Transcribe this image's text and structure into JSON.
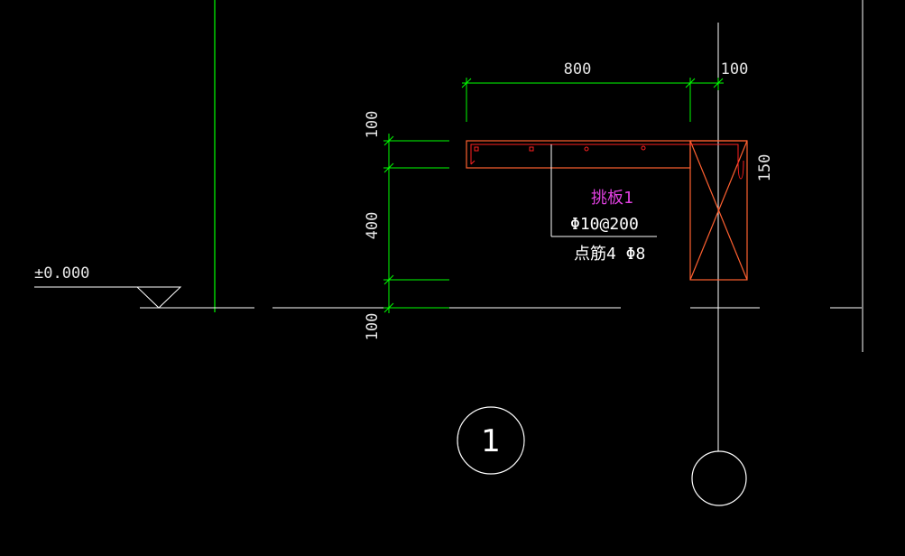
{
  "dimensions": {
    "top_width": "800",
    "top_small": "100",
    "right_thickness": "150",
    "left_top": "100",
    "left_mid": "400",
    "left_bottom": "100"
  },
  "level_mark": "±0.000",
  "slab": {
    "name": "挑板1",
    "rebar_main": "Φ10@200",
    "rebar_dist": "点筋4 Φ8"
  },
  "axis_labels": {
    "left_circle": "1",
    "right_circle": ""
  },
  "colors": {
    "background": "#000000",
    "dimension_line": "#00ff00",
    "section_outline": "#ff6030",
    "rebar": "#ff2020",
    "text": "#ffffff",
    "tag_text": "#e040e0",
    "axis_line": "#ffffff"
  }
}
